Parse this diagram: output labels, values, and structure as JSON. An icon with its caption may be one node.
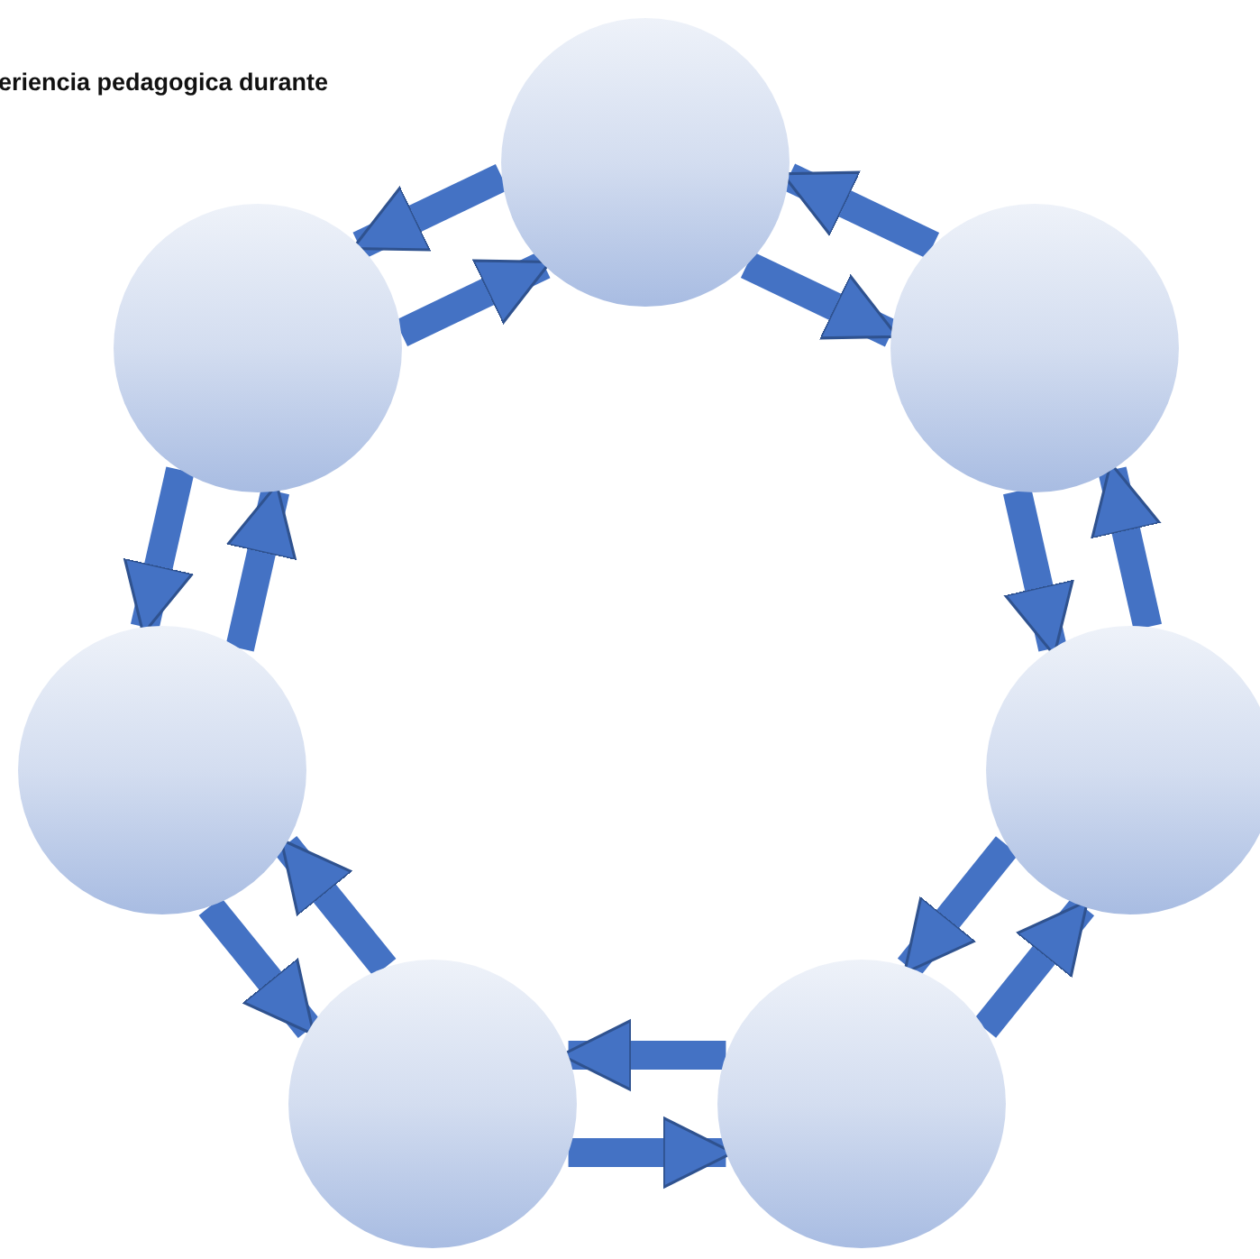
{
  "diagram": {
    "nodes": [
      {
        "text": [],
        "shape": "circle"
      },
      {
        "text": [],
        "shape": "circle"
      },
      {
        "text": [],
        "shape": "circle"
      },
      {
        "text": [],
        "shape": "circle"
      },
      {
        "text": [],
        "shape": "circle"
      },
      {
        "text": [],
        "shape": "circle"
      },
      {
        "text": [],
        "shape": "circle"
      }
    ],
    "edges": [
      {
        "from": 0,
        "to": 1,
        "arrow": "to"
      },
      {
        "from": 1,
        "to": 0,
        "arrow": "to"
      },
      {
        "from": 1,
        "to": 2,
        "arrow": "to"
      },
      {
        "from": 2,
        "to": 1,
        "arrow": "to"
      },
      {
        "from": 2,
        "to": 3,
        "arrow": "to"
      },
      {
        "from": 3,
        "to": 2,
        "arrow": "to"
      },
      {
        "from": 3,
        "to": 4,
        "arrow": "to"
      },
      {
        "from": 4,
        "to": 3,
        "arrow": "to"
      },
      {
        "from": 4,
        "to": 5,
        "arrow": "to"
      },
      {
        "from": 5,
        "to": 4,
        "arrow": "to"
      },
      {
        "from": 5,
        "to": 6,
        "arrow": "to"
      },
      {
        "from": 6,
        "to": 5,
        "arrow": "to"
      },
      {
        "from": 6,
        "to": 0,
        "arrow": "to"
      },
      {
        "from": 0,
        "to": 6,
        "arrow": "to"
      }
    ],
    "labels": [
      "eriencia pedagogica durante"
    ]
  }
}
